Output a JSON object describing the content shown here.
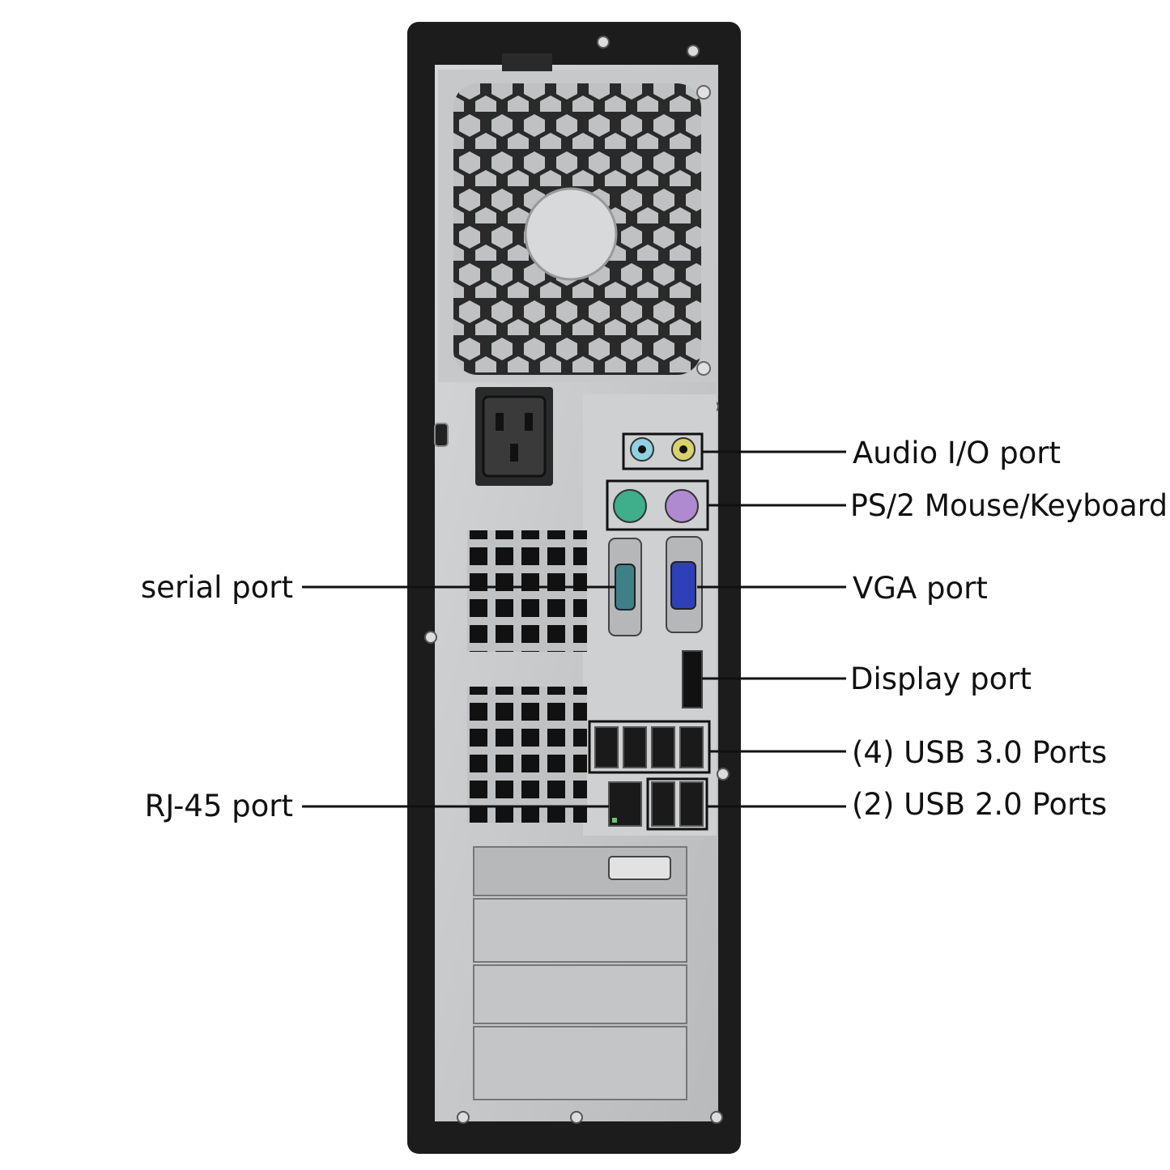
{
  "callouts": {
    "audio": "Audio I/O port",
    "ps2": "PS/2 Mouse/Keyboard",
    "serial": "serial port",
    "vga": "VGA port",
    "displayport": "Display port",
    "usb3": "(4) USB 3.0 Ports",
    "rj45": "RJ-45 port",
    "usb2": "(2) USB 2.0 Ports"
  },
  "colors": {
    "chassis": "#1c1c1c",
    "panel": "#c9cacb",
    "audio_blue": "#8fd3e0",
    "audio_lime": "#d8d26a",
    "ps2_green": "#3fae8a",
    "ps2_purple": "#b08ad0",
    "vga_blue": "#2f3fb8",
    "serial_teal": "#3f7f88"
  }
}
